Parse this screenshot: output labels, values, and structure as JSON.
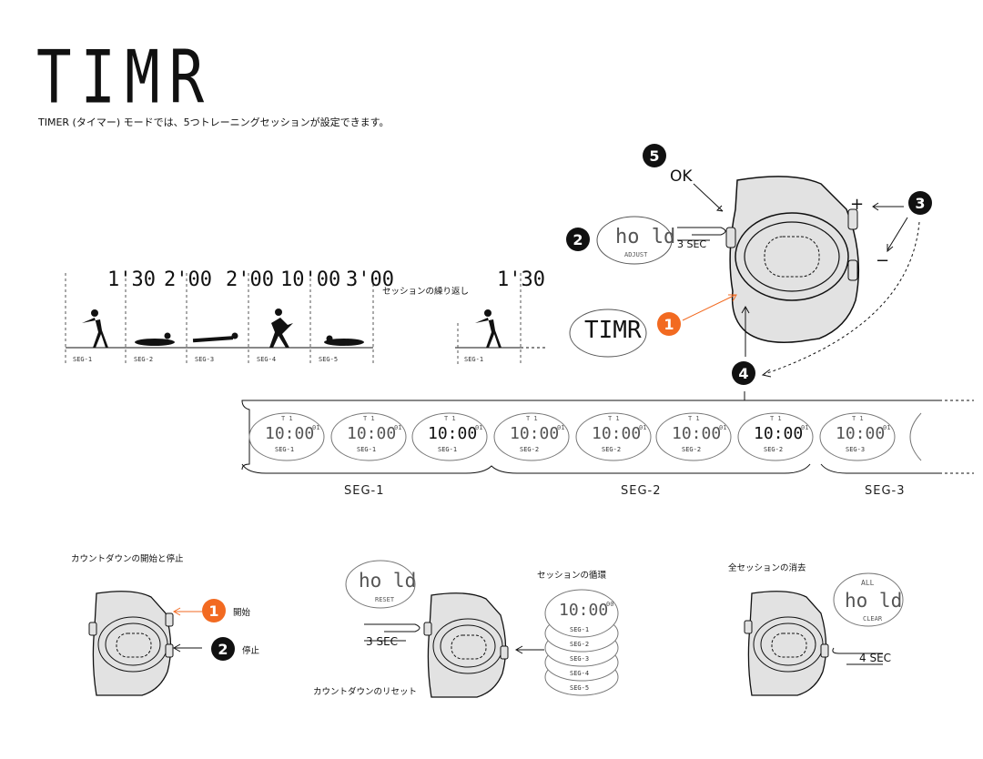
{
  "logo": "TIMR",
  "intro": "TIMER (タイマー) モードでは、5つトレーニングセッションが設定できます。",
  "timeline": {
    "times": [
      "1'30",
      "2'00",
      "2'00",
      "10'00",
      "3'00",
      "1'30"
    ],
    "segments": [
      "SEG-1",
      "SEG-2",
      "SEG-3",
      "SEG-4",
      "SEG-5",
      "SEG-1"
    ],
    "repeat_label": "セッションの繰り返し"
  },
  "watch_main": {
    "ok_label": "OK",
    "plus": "+",
    "minus": "−",
    "three_sec": "3 SEC",
    "hold_top": "ho ld",
    "hold_sub": "ADJUST",
    "timr_display": "TIMR",
    "badges": [
      "1",
      "2",
      "3",
      "4",
      "5"
    ]
  },
  "sequence": {
    "displays": [
      {
        "top": "T 1",
        "main": "10:00",
        "small": "01",
        "seg": "SEG-1"
      },
      {
        "top": "T 1",
        "main": "10:00",
        "small": "01",
        "seg": "SEG-1"
      },
      {
        "top": "T 1",
        "main": "10:00",
        "small": "01",
        "seg": "SEG-1"
      },
      {
        "top": "T 1",
        "main": "10:00",
        "small": "01",
        "seg": "SEG-2"
      },
      {
        "top": "T 1",
        "main": "10:00",
        "small": "01",
        "seg": "SEG-2"
      },
      {
        "top": "T 1",
        "main": "10:00",
        "small": "01",
        "seg": "SEG-2"
      },
      {
        "top": "T 1",
        "main": "10:00",
        "small": "01",
        "seg": "SEG-2"
      },
      {
        "top": "T 1",
        "main": "10:00",
        "small": "01",
        "seg": "SEG-3"
      }
    ],
    "group_labels": [
      "SEG-1",
      "SEG-2",
      "SEG-3"
    ]
  },
  "bottom_left": {
    "title": "カウントダウンの開始と停止",
    "start": "開始",
    "stop": "停止",
    "n1": "1",
    "n2": "2"
  },
  "bottom_mid": {
    "hold_top": "ho ld",
    "hold_sub": "RESET",
    "three_sec": "3 SEC",
    "reset_label": "カウントダウンのリセット",
    "cycle_title": "セッションの循環",
    "stack_main": "10:00",
    "stack_small": "00",
    "stack_segs": [
      "SEG-1",
      "SEG-2",
      "SEG-3",
      "SEG-4",
      "SEG-5"
    ]
  },
  "bottom_right": {
    "title": "全セッションの消去",
    "all": "ALL",
    "hold_top": "ho ld",
    "hold_sub": "CLEAR",
    "four_sec": "4 SEC"
  }
}
